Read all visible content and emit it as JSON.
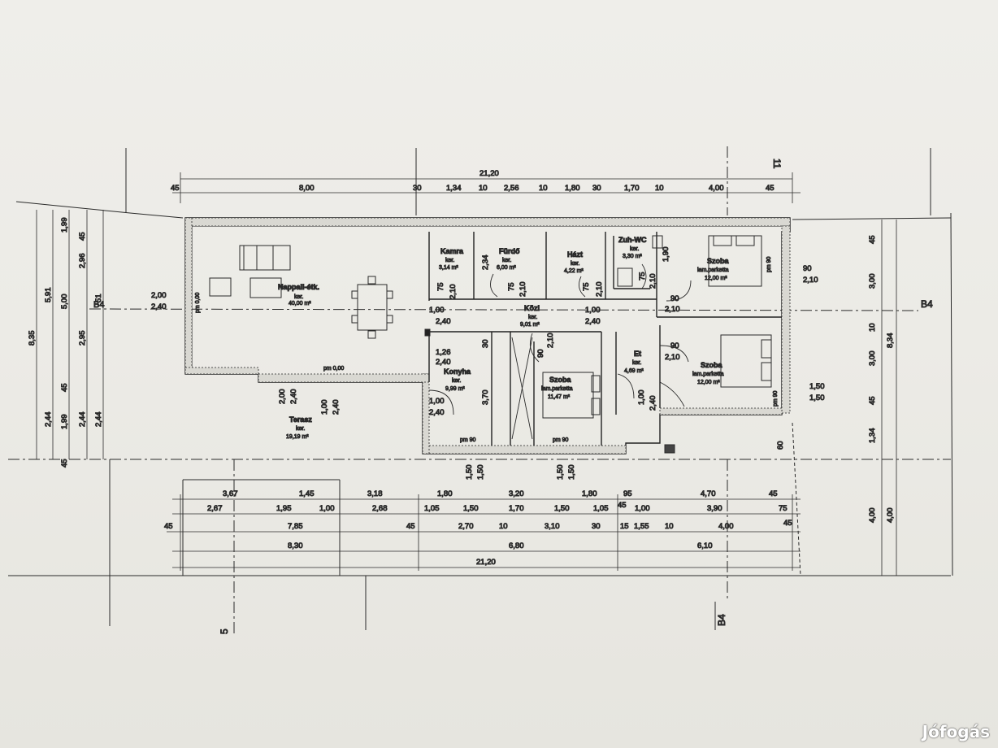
{
  "watermark": "Jófogás",
  "marks": {
    "grid_top": "11",
    "grid_right": "B4",
    "grid_bottom": "B4",
    "grid_left_bottom": "5",
    "grid_left": "B4"
  },
  "rooms": [
    {
      "id": "nappali",
      "name": "Nappali-étk.",
      "finish": "ker.",
      "area": "40,00 m²"
    },
    {
      "id": "kamra",
      "name": "Kamra",
      "finish": "ker.",
      "area": "3,14 m²"
    },
    {
      "id": "furdo",
      "name": "Fürdő",
      "finish": "ker.",
      "area": "6,00 m²"
    },
    {
      "id": "hazt",
      "name": "Házt",
      "finish": "ker.",
      "area": "4,22 m²"
    },
    {
      "id": "zuh",
      "name": "Zuh-WC",
      "finish": "ker.",
      "area": "3,30 m²"
    },
    {
      "id": "szoba1",
      "name": "Szoba",
      "finish": "lam.parketta",
      "area": "12,00 m²"
    },
    {
      "id": "kozl",
      "name": "Közl",
      "finish": "ker.",
      "area": "9,01 m²"
    },
    {
      "id": "konyha",
      "name": "Konyha",
      "finish": "ker.",
      "area": "9,99 m²"
    },
    {
      "id": "szoba2",
      "name": "Szoba",
      "finish": "lam.parketta",
      "area": "11,47 m²"
    },
    {
      "id": "et",
      "name": "Et",
      "finish": "ker.",
      "area": "4,69 m²"
    },
    {
      "id": "szoba3",
      "name": "Szoba",
      "finish": "lam.parketta",
      "area": "12,00 m²"
    },
    {
      "id": "terasz",
      "name": "Terasz",
      "finish": "ker.",
      "area": "19,19 m²"
    }
  ],
  "levels": {
    "pm1": "pm 0,00",
    "pm2": "pm 0,00",
    "pm90a": "pm 90",
    "pm90b": "pm 90",
    "pm90c": "pm 90",
    "pm90d": "pm 90"
  },
  "top_dims": {
    "total": "21,20",
    "segments": [
      "45",
      "8,00",
      "30",
      "1,34",
      "10",
      "2,56",
      "10",
      "1,80",
      "30",
      "1,70",
      "10",
      "4,00",
      "45"
    ]
  },
  "bottom_dims": {
    "row1": [
      "3,67",
      "1,45",
      "3,18",
      "1,80",
      "3,20",
      "1,80",
      "95",
      "4,70",
      "45"
    ],
    "row2": [
      "2,67",
      "1,95",
      "1,00",
      "2,68",
      "1,05",
      "1,50",
      "1,70",
      "1,50",
      "1,05",
      "45",
      "1,00",
      "3,90",
      "75"
    ],
    "row3": [
      "45",
      "7,85",
      "45",
      "2,70",
      "10",
      "3,10",
      "30",
      "15",
      "1,55",
      "10",
      "4,00",
      "45"
    ],
    "row4": [
      "8,30",
      "6,80",
      "6,10"
    ],
    "row5": [
      "21,20"
    ]
  },
  "left_dims": [
    "8,35",
    "5,91",
    "5,00",
    "1,99",
    "45",
    "2,96",
    "2,95",
    "45",
    "2,44",
    "1,99",
    "2,44",
    "2,44",
    "45",
    "51"
  ],
  "right_dims": [
    "45",
    "3,00",
    "10",
    "3,00",
    "45",
    "1,34",
    "4,00",
    "8,34",
    "4,00"
  ],
  "opening_labels": [
    "2,00",
    "2,40",
    "1,00",
    "2,40",
    "1,26",
    "2,40",
    "1,00",
    "2,40",
    "2,00",
    "2,40",
    "1,00",
    "2,40",
    "1,00",
    "2,40",
    "90",
    "2,10",
    "90",
    "2,10",
    "90",
    "2,10",
    "1,50",
    "1,50",
    "1,50",
    "1,50",
    "1,50",
    "1,50",
    "2,10",
    "75",
    "2,10",
    "75",
    "2,10",
    "75",
    "2,10",
    "75",
    "1,90",
    "90",
    "30",
    "3,70",
    "90",
    "2,10",
    "1,00",
    "2,40",
    "60",
    "2,34"
  ]
}
